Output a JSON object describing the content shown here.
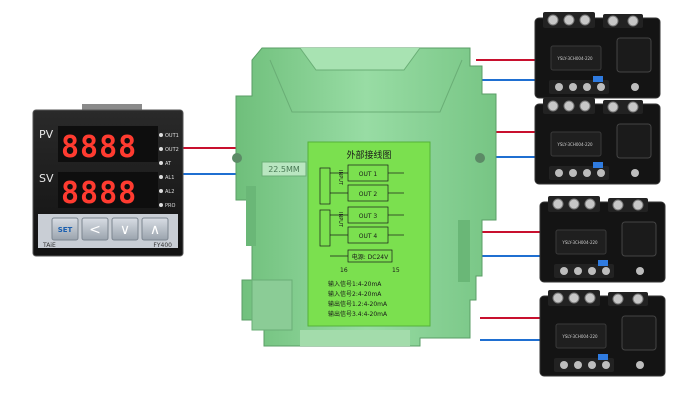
{
  "controller": {
    "pv_label": "PV",
    "sv_label": "SV",
    "pv_value": "8888",
    "sv_value": "8888",
    "indicators": [
      "OUT1",
      "OUT2",
      "AT",
      "AL1",
      "AL2",
      "PRO"
    ],
    "buttons": [
      "SET",
      "<",
      "∨",
      "∧"
    ],
    "brand": "TAiE",
    "model": "FY400"
  },
  "module": {
    "width_label": "22.5MM",
    "panel_title": "外部接线图",
    "input_label": "INPUT",
    "outputs": [
      "OUT 1",
      "OUT 2",
      "OUT 3",
      "OUT 4"
    ],
    "power_label": "电源: DC24V",
    "terminal_left": "16",
    "terminal_right": "15",
    "spec_lines": [
      "输入信号1:4-20mA",
      "输入信号2:4-20mA",
      "输出信号1.2:4-20mA",
      "输出信号3.4:4-20mA"
    ]
  },
  "relays": [
    {
      "label": "YSLY-3CH004-220"
    },
    {
      "label": "YSLY-3CH004-220"
    },
    {
      "label": "YSLY-3CH004-220"
    },
    {
      "label": "YSLY-3CH004-220"
    }
  ],
  "colors": {
    "module_green": "#8fd49a",
    "panel_green": "#7be04f",
    "wire_red": "#c8102e",
    "wire_blue": "#1f6fd1",
    "relay_body": "#151515",
    "controller_face": "#1d1d1d"
  }
}
